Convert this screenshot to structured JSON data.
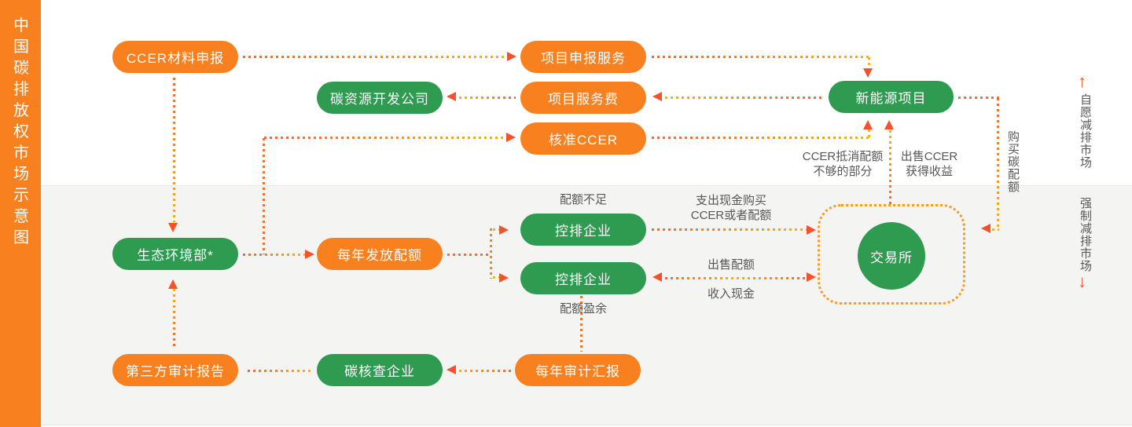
{
  "sidebar": {
    "title": "中国碳排放权市场示意图"
  },
  "markets": {
    "voluntary": "自愿减排市场",
    "mandatory": "强制减排市场"
  },
  "nodes": {
    "ccer_material": "CCER材料申报",
    "project_apply": "项目申报服务",
    "carbon_dev_company": "碳资源开发公司",
    "project_fee": "项目服务费",
    "approved_ccer": "核准CCER",
    "new_energy": "新能源项目",
    "moee": "生态环境部*",
    "annual_quota": "每年发放配额",
    "controlled_1": "控排企业",
    "controlled_2": "控排企业",
    "exchange": "交易所",
    "third_party_report": "第三方审计报告",
    "carbon_verify": "碳核查企业",
    "annual_audit": "每年审计汇报"
  },
  "labels": {
    "quota_short": "配额不足",
    "quota_surplus": "配额盈余",
    "pay_cash_line1": "支出现金购买",
    "pay_cash_line2": "CCER或者配额",
    "sell_quota": "出售配额",
    "income_cash": "收入现金",
    "ccer_offset_line1": "CCER抵消配额",
    "ccer_offset_line2": "不够的部分",
    "sell_ccer_line1": "出售CCER",
    "sell_ccer_line2": "获得收益",
    "buy_quota": "购买碳配额"
  },
  "icons": {
    "up_arrow": "↑",
    "down_arrow": "↓"
  },
  "colors": {
    "orange": "#F8801F",
    "green": "#2E9B51",
    "arrowhead_red": "#F4512D",
    "dot_orange": "#ED6A35",
    "dot_amber": "#F2B31D",
    "panel_gray": "#F4F4F2",
    "label_gray": "#575757"
  }
}
